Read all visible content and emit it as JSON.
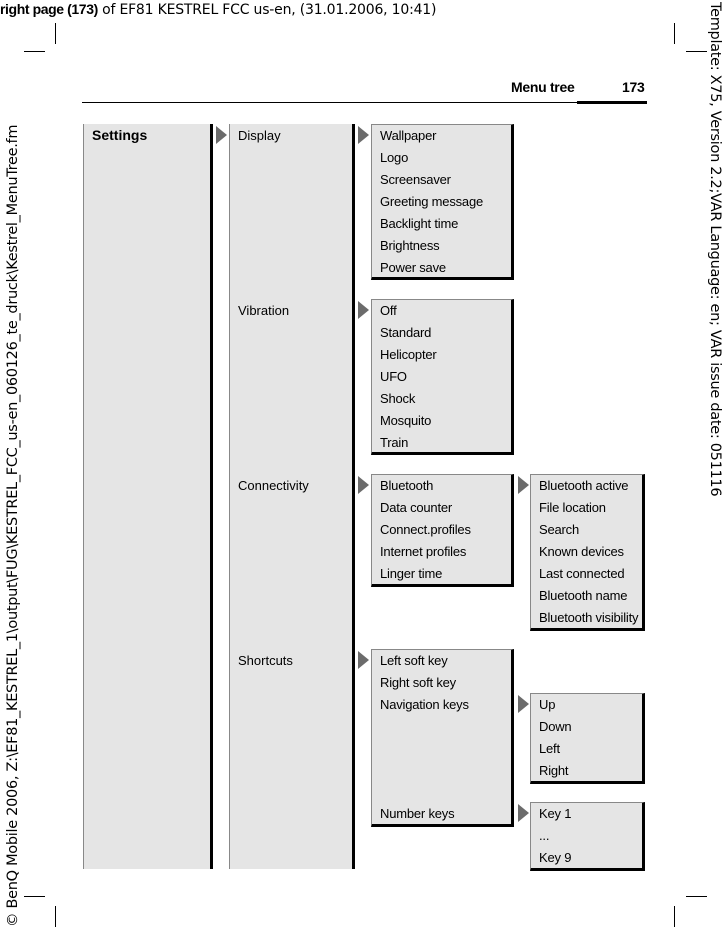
{
  "document": {
    "topline_bold": "right page (173)",
    "topline_rest": " of EF81 KESTREL FCC us-en, (31.01.2006, 10:41)",
    "side_left": "© BenQ Mobile 2006, Z:\\EF81_KESTREL_1\\output\\FUG\\KESTREL_FCC_us-en_060126_te_druck\\Kestrel_MenuTree.fm",
    "side_right": "Template: X75, Version 2.2;VAR Language: en; VAR issue date: 051116"
  },
  "header": {
    "section_title": "Menu tree",
    "page_number": "173"
  },
  "menu_tree": {
    "root": "Settings",
    "branches": [
      {
        "label": "Display",
        "items": [
          "Wallpaper",
          "Logo",
          "Screensaver",
          "Greeting message",
          "Backlight time",
          "Brightness",
          "Power save"
        ]
      },
      {
        "label": "Vibration",
        "items": [
          "Off",
          "Standard",
          "Helicopter",
          "UFO",
          "Shock",
          "Mosquito",
          "Train"
        ]
      },
      {
        "label": "Connectivity",
        "items": [
          "Bluetooth",
          "Data counter",
          "Connect.profiles",
          "Internet profiles",
          "Linger time"
        ],
        "sub": {
          "parent": "Bluetooth",
          "items": [
            "Bluetooth active",
            "File location",
            "Search",
            "Known devices",
            "Last connected",
            "Bluetooth name",
            "Bluetooth visibility"
          ]
        }
      },
      {
        "label": "Shortcuts",
        "items": [
          "Left soft key",
          "Right soft key",
          "Navigation keys",
          "Number keys"
        ],
        "subs": [
          {
            "parent": "Navigation keys",
            "items": [
              "Up",
              "Down",
              "Left",
              "Right"
            ]
          },
          {
            "parent": "Number keys",
            "items": [
              "Key 1",
              "...",
              "Key 9"
            ]
          }
        ]
      }
    ]
  },
  "colors": {
    "box_fill": "#e5e5e5",
    "arrow": "#6b6b6b",
    "shadow_border": "#000000"
  }
}
